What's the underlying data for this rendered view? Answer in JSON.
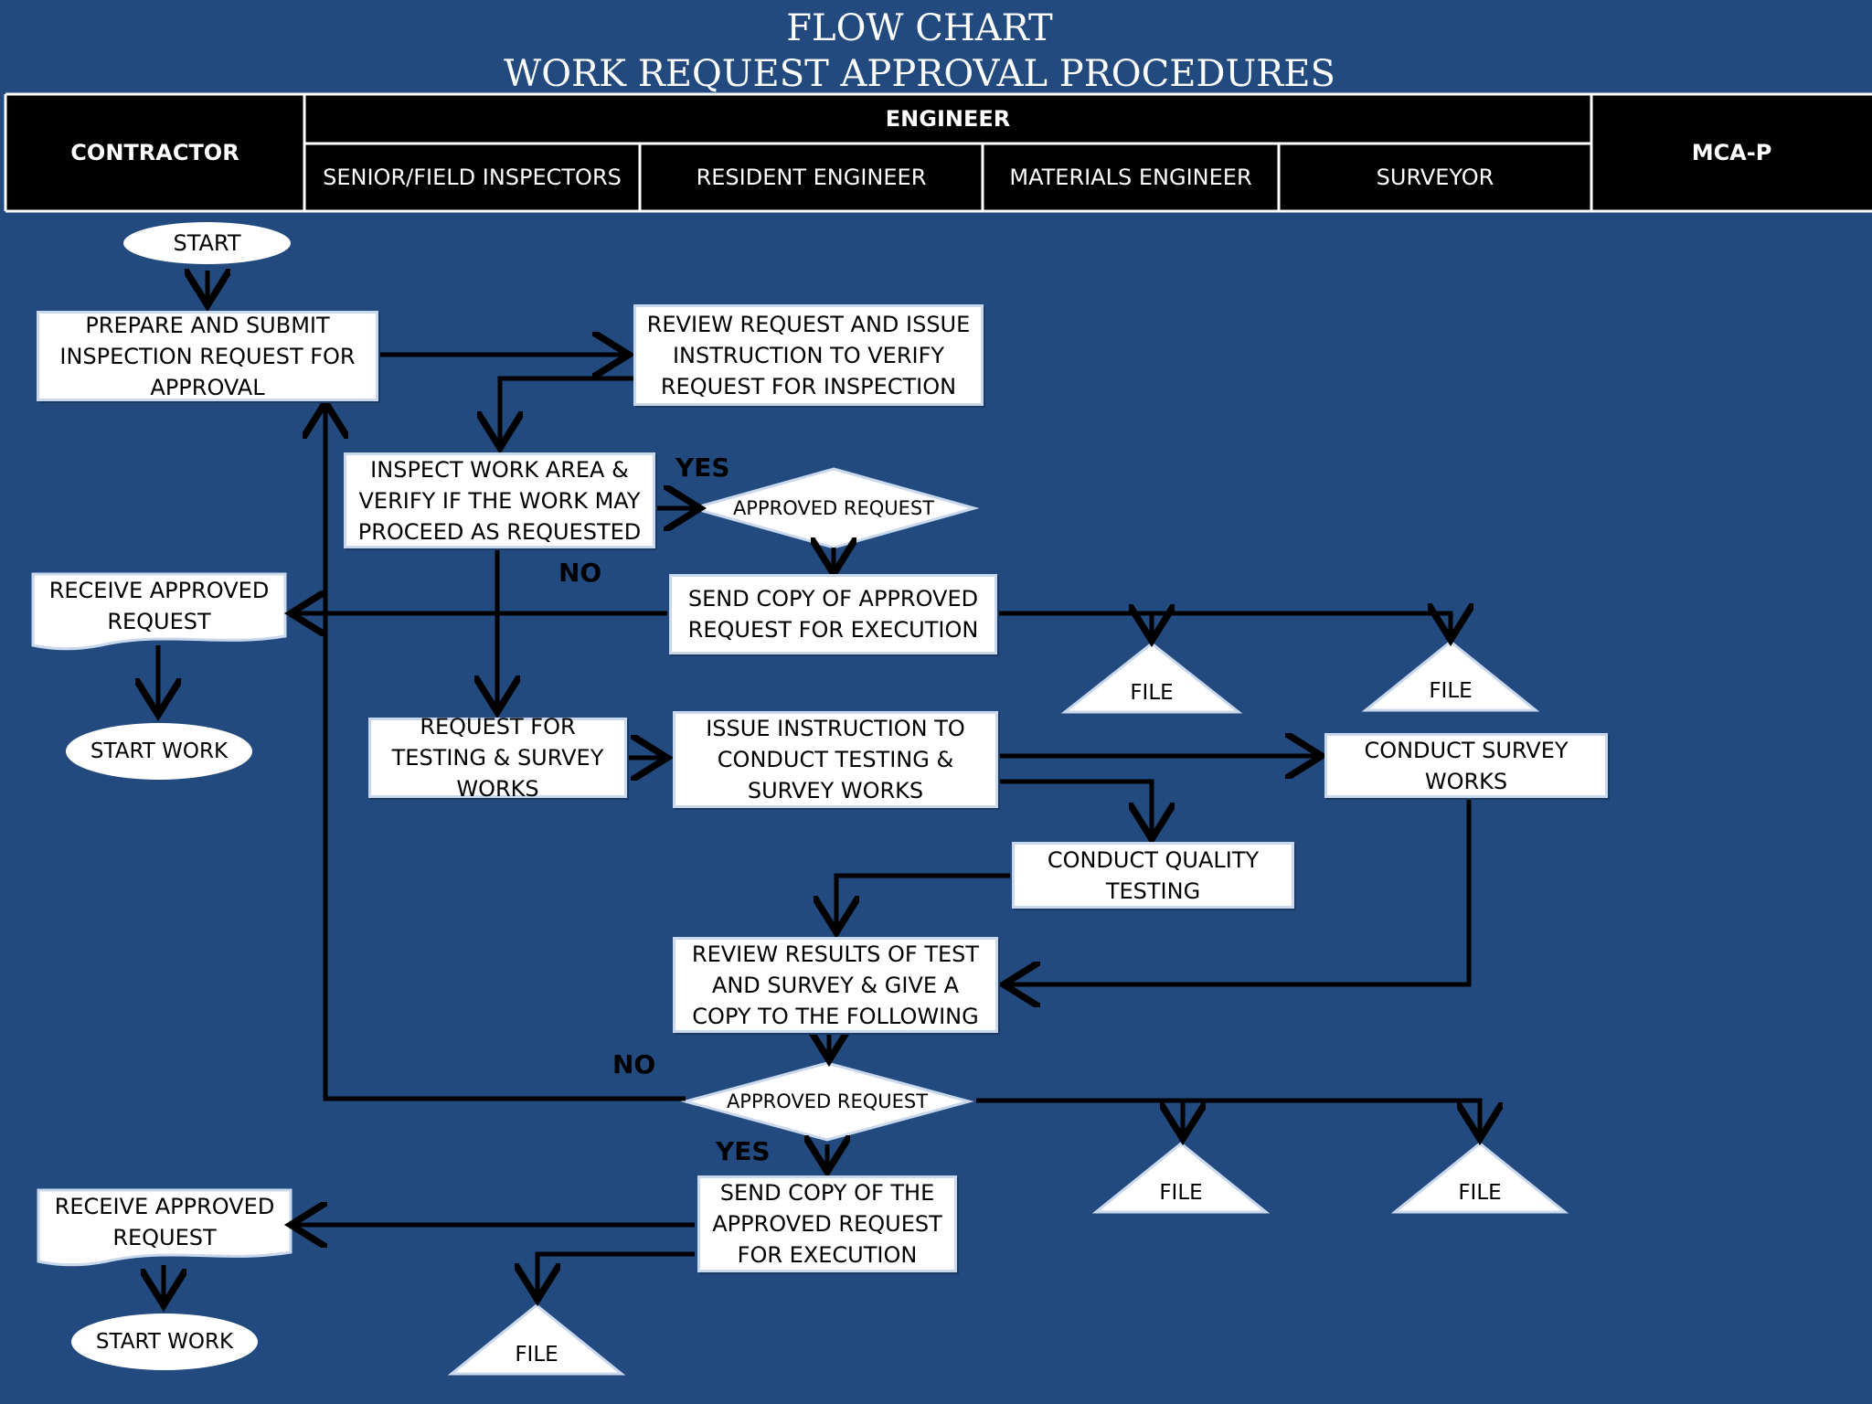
{
  "title": {
    "line1": "FLOW CHART",
    "line2": "WORK REQUEST APPROVAL PROCEDURES"
  },
  "lanes": {
    "contractor": "CONTRACTOR",
    "engineer": "ENGINEER",
    "mca": "MCA-P",
    "senior_field_inspectors": "SENIOR/FIELD INSPECTORS",
    "resident_engineer": "RESIDENT ENGINEER",
    "materials_engineer": "MATERIALS ENGINEER",
    "surveyor": "SURVEYOR"
  },
  "nodes": {
    "start_top": "START",
    "prepare_submit": "PREPARE AND SUBMIT INSPECTION REQUEST FOR APPROVAL",
    "review_request": "REVIEW REQUEST AND ISSUE INSTRUCTION TO VERIFY REQUEST FOR INSPECTION",
    "inspect_work_area": "INSPECT WORK AREA & VERIFY IF THE WORK MAY PROCEED AS REQUESTED",
    "approved_request_1": "APPROVED REQUEST",
    "send_copy_1": "SEND COPY OF APPROVED REQUEST FOR EXECUTION",
    "receive_approved_1": "RECEIVE APPROVED REQUEST",
    "start_work_1": "START WORK",
    "file_1": "FILE",
    "file_2": "FILE",
    "request_testing": "REQUEST FOR TESTING & SURVEY WORKS",
    "issue_instruction": "ISSUE INSTRUCTION TO CONDUCT TESTING & SURVEY WORKS",
    "conduct_survey": "CONDUCT SURVEY WORKS",
    "conduct_quality": "CONDUCT QUALITY TESTING",
    "review_results": "REVIEW RESULTS OF TEST AND SURVEY & GIVE A COPY  TO THE FOLLOWING",
    "approved_request_2": "APPROVED REQUEST",
    "file_3": "FILE",
    "file_4": "FILE",
    "send_copy_2": "SEND COPY OF THE APPROVED REQUEST FOR EXECUTION",
    "receive_approved_2": "RECEIVE APPROVED REQUEST",
    "start_work_2": "START WORK",
    "file_5": "FILE"
  },
  "labels": {
    "yes_1": "YES",
    "no_1": "NO",
    "no_2": "NO",
    "yes_2": "YES"
  },
  "colors": {
    "background": "#224a7e",
    "header": "#000000",
    "shape_fill": "#ffffff",
    "line": "#000000"
  }
}
